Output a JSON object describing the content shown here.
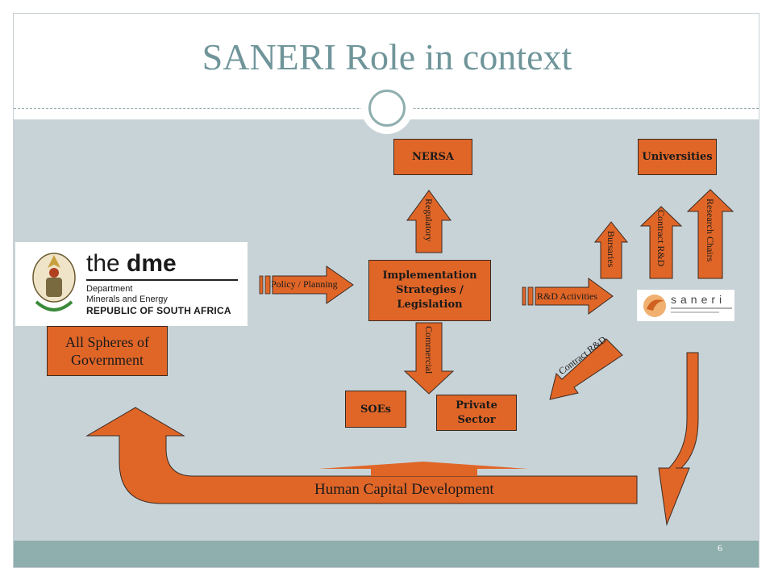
{
  "slide": {
    "title": "SANERI Role in context",
    "page_number": "6"
  },
  "nodes": {
    "nersa": "NERSA",
    "universities": "Universities",
    "implementation": "Implementation Strategies / Legislation",
    "soes": "SOEs",
    "private_sector": "Private Sector",
    "all_spheres": "All Spheres of Government"
  },
  "arrows": {
    "policy_planning": "Policy / Planning",
    "regulatory": "Regulatory",
    "commercial": "Commercial",
    "rd_activities": "R&D Activities",
    "bursaries": "Bursaries",
    "contract_rd_up": "Contract R&D",
    "research_chairs": "Research Chairs",
    "contract_rd_diag": "Contract R&D",
    "human_capital": "Human Capital Development"
  },
  "logos": {
    "dme": {
      "brand_prefix": "the ",
      "brand_bold": "dme",
      "line1": "Department",
      "line2": "Minerals and Energy",
      "line3": "REPUBLIC OF SOUTH AFRICA"
    },
    "saneri": {
      "wordmark": "saneri"
    }
  },
  "colors": {
    "accent": "#e06628",
    "panel": "#c8d3d8",
    "title": "#6f959a",
    "footer": "#8faeae"
  }
}
